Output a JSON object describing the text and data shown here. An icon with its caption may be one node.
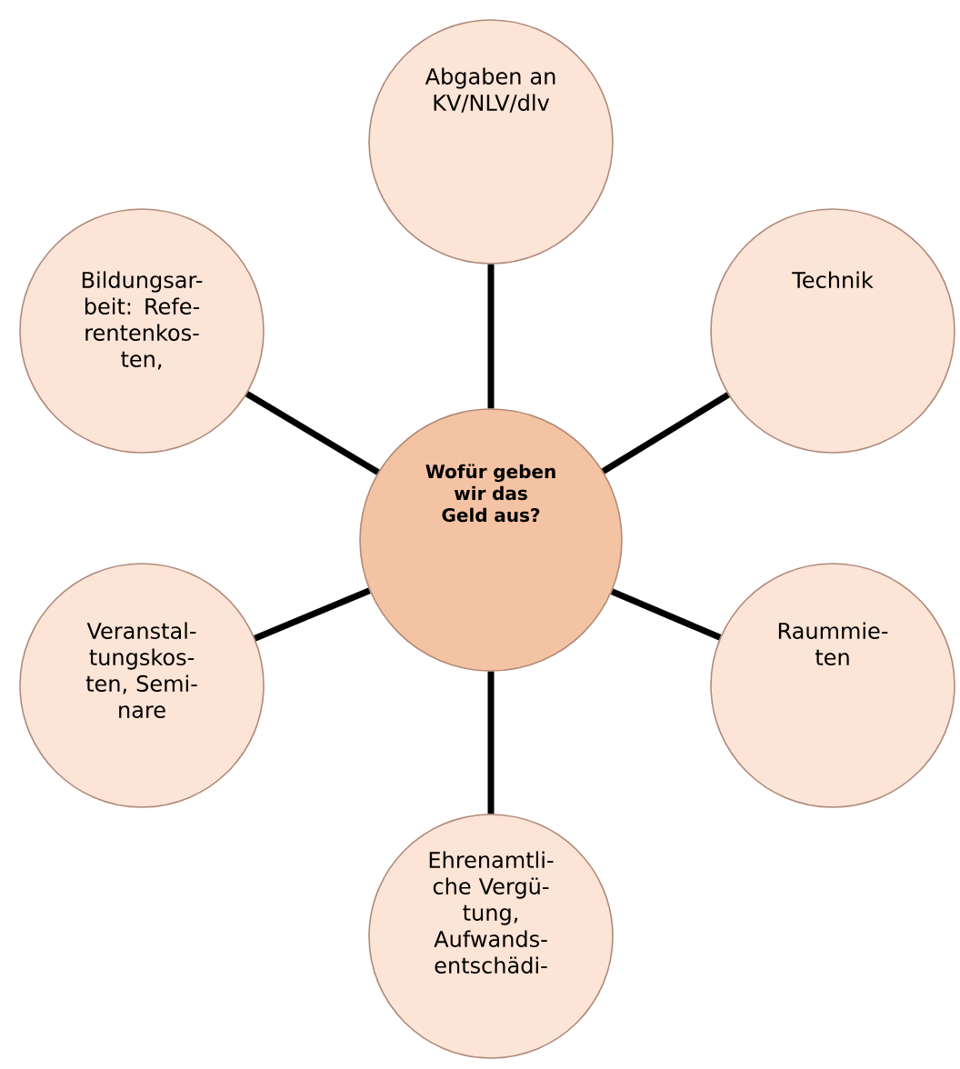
{
  "diagram": {
    "nodes": [
      {
        "text": [
          "Abgaben an KV/NLV/dlv"
        ]
      },
      {
        "text": [
          "Bildungsar- beit: Refe- rentenkos- ten,"
        ]
      },
      {
        "text": [
          "Technik"
        ]
      },
      {
        "text": [
          "Wofür geben wir das Geld aus?"
        ]
      },
      {
        "text": [
          "Veranstal- tungskos- ten, Semi- nare"
        ]
      },
      {
        "text": [
          "Raummie- ten"
        ]
      },
      {
        "text": [
          "Ehrenamtli- che Vergü- tung, Aufwands- entschädi-"
        ]
      }
    ],
    "edges": [
      {
        "from": 3,
        "to": 0,
        "arrow": "none"
      },
      {
        "from": 3,
        "to": 1,
        "arrow": "none"
      },
      {
        "from": 3,
        "to": 2,
        "arrow": "none"
      },
      {
        "from": 3,
        "to": 4,
        "arrow": "none"
      },
      {
        "from": 3,
        "to": 5,
        "arrow": "none"
      },
      {
        "from": 3,
        "to": 6,
        "arrow": "none"
      }
    ]
  }
}
